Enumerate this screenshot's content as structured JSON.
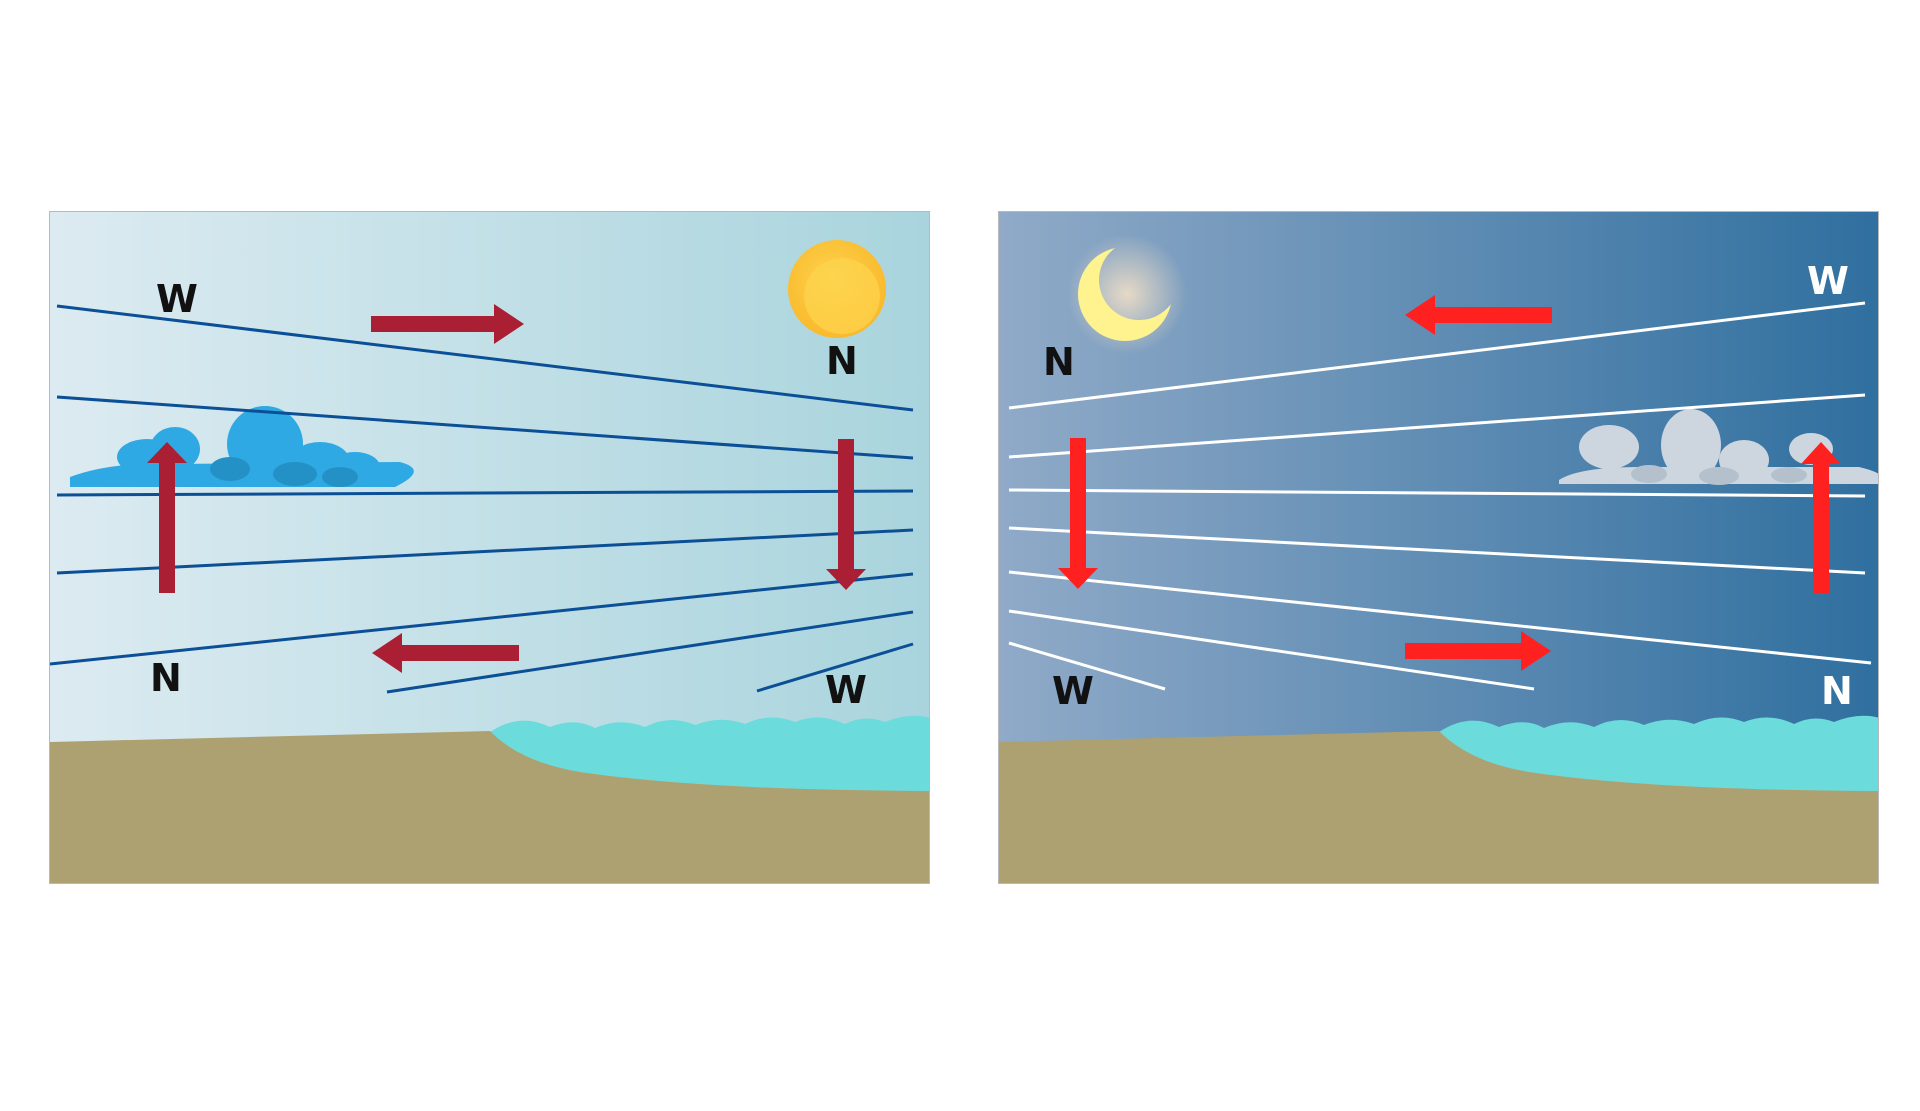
{
  "colors": {
    "day_sky_left": "#dcebf1",
    "day_sky_right": "#a9d4dd",
    "night_sky_left": "#90aac8",
    "night_sky_right": "#2f6f9f",
    "ground": "#ada171",
    "sea": "#6cdbdb",
    "day_isobar": "#0b4f96",
    "night_isobar": "#ffffff",
    "day_arrow": "#aa1f33",
    "night_arrow": "#ff2020",
    "sun": "#fcc43a",
    "moon": "#fff38f",
    "day_cloud": "#2ea9e3",
    "night_cloud": "#cdd6df",
    "label_day": "#111111",
    "label_night_dark": "#111111",
    "label_night_light": "#ffffff"
  },
  "day_panel": {
    "icon": "sun-icon",
    "labels": {
      "w_top": "W",
      "n_top": "N",
      "n_bottom": "N",
      "w_bottom": "W"
    }
  },
  "night_panel": {
    "icon": "moon-icon",
    "labels": {
      "w_top": "W",
      "n_top": "N",
      "w_bottom": "W",
      "n_bottom": "N"
    }
  }
}
